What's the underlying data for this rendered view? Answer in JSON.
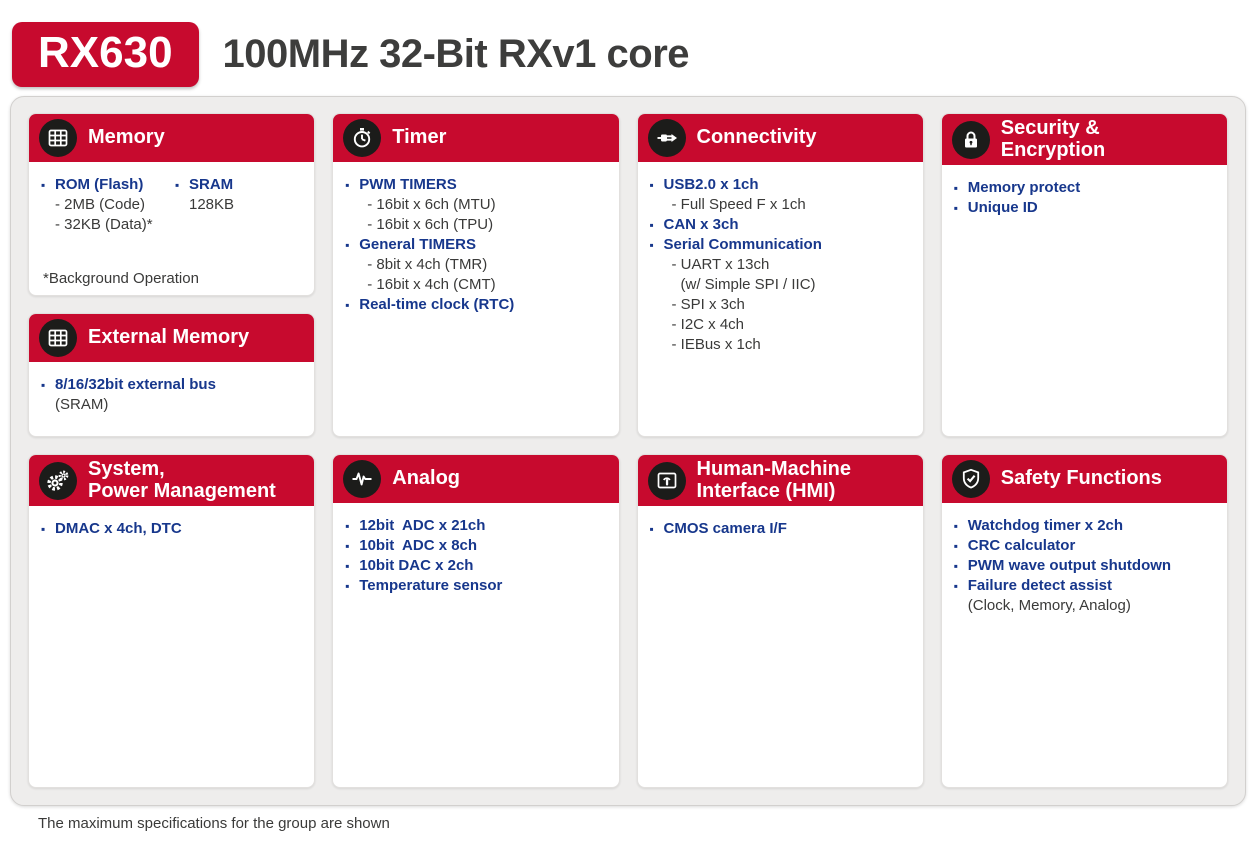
{
  "header": {
    "badge": "RX630",
    "title": "100MHz 32-Bit RXv1 core"
  },
  "colors": {
    "accent_red": "#c70a2e",
    "feature_blue": "#17378c",
    "text_dark": "#3a3a39",
    "panel_bg": "#eeedec",
    "icon_circle": "#1c1c1a"
  },
  "icons": {
    "memory": "memory-grid-icon",
    "external_memory": "memory-grid-icon",
    "timer": "stopwatch-icon",
    "connectivity": "connector-plug-icon",
    "security": "padlock-icon",
    "system": "gears-icon",
    "analog": "waveform-icon",
    "hmi": "touch-screen-icon",
    "safety": "shield-check-icon"
  },
  "cards": {
    "memory": {
      "title": "Memory",
      "col1": [
        "ROM (Flash)",
        "- 2MB (Code)",
        "- 32KB (Data)*"
      ],
      "col2": [
        "SRAM",
        "128KB"
      ],
      "note": "*Background Operation"
    },
    "ext": {
      "title": "External Memory",
      "items": [
        "8/16/32bit external bus",
        "(SRAM)"
      ]
    },
    "timer": {
      "title": "Timer",
      "items": [
        "PWM TIMERS",
        "- 16bit x 6ch (MTU)",
        "- 16bit x 6ch (TPU)",
        "General TIMERS",
        "- 8bit x 4ch (TMR)",
        "- 16bit x 4ch (CMT)",
        "Real-time clock (RTC)"
      ]
    },
    "conn": {
      "title": "Connectivity",
      "items": [
        "USB2.0 x 1ch",
        "- Full Speed F x 1ch",
        "CAN x 3ch",
        "Serial Communication",
        "- UART x 13ch",
        "(w/ Simple SPI / IIC)",
        "- SPI x 3ch",
        "- I2C x 4ch",
        "- IEBus x 1ch"
      ]
    },
    "sec": {
      "title": "Security &\nEncryption",
      "items": [
        "Memory protect",
        "Unique ID"
      ]
    },
    "sys": {
      "title": "System,\nPower Management",
      "items": [
        "DMAC x 4ch, DTC"
      ]
    },
    "analog": {
      "title": "Analog",
      "items": [
        "12bit  ADC x 21ch",
        "10bit  ADC x 8ch",
        "10bit DAC x 2ch",
        "Temperature sensor"
      ]
    },
    "hmi": {
      "title": "Human-Machine\nInterface (HMI)",
      "items": [
        "CMOS camera I/F"
      ]
    },
    "safety": {
      "title": "Safety Functions",
      "items": [
        "Watchdog timer x 2ch",
        "CRC calculator",
        "PWM wave output shutdown",
        "Failure detect assist",
        "(Clock, Memory, Analog)"
      ]
    }
  },
  "footer": {
    "note": "The maximum specifications for the group are shown"
  }
}
